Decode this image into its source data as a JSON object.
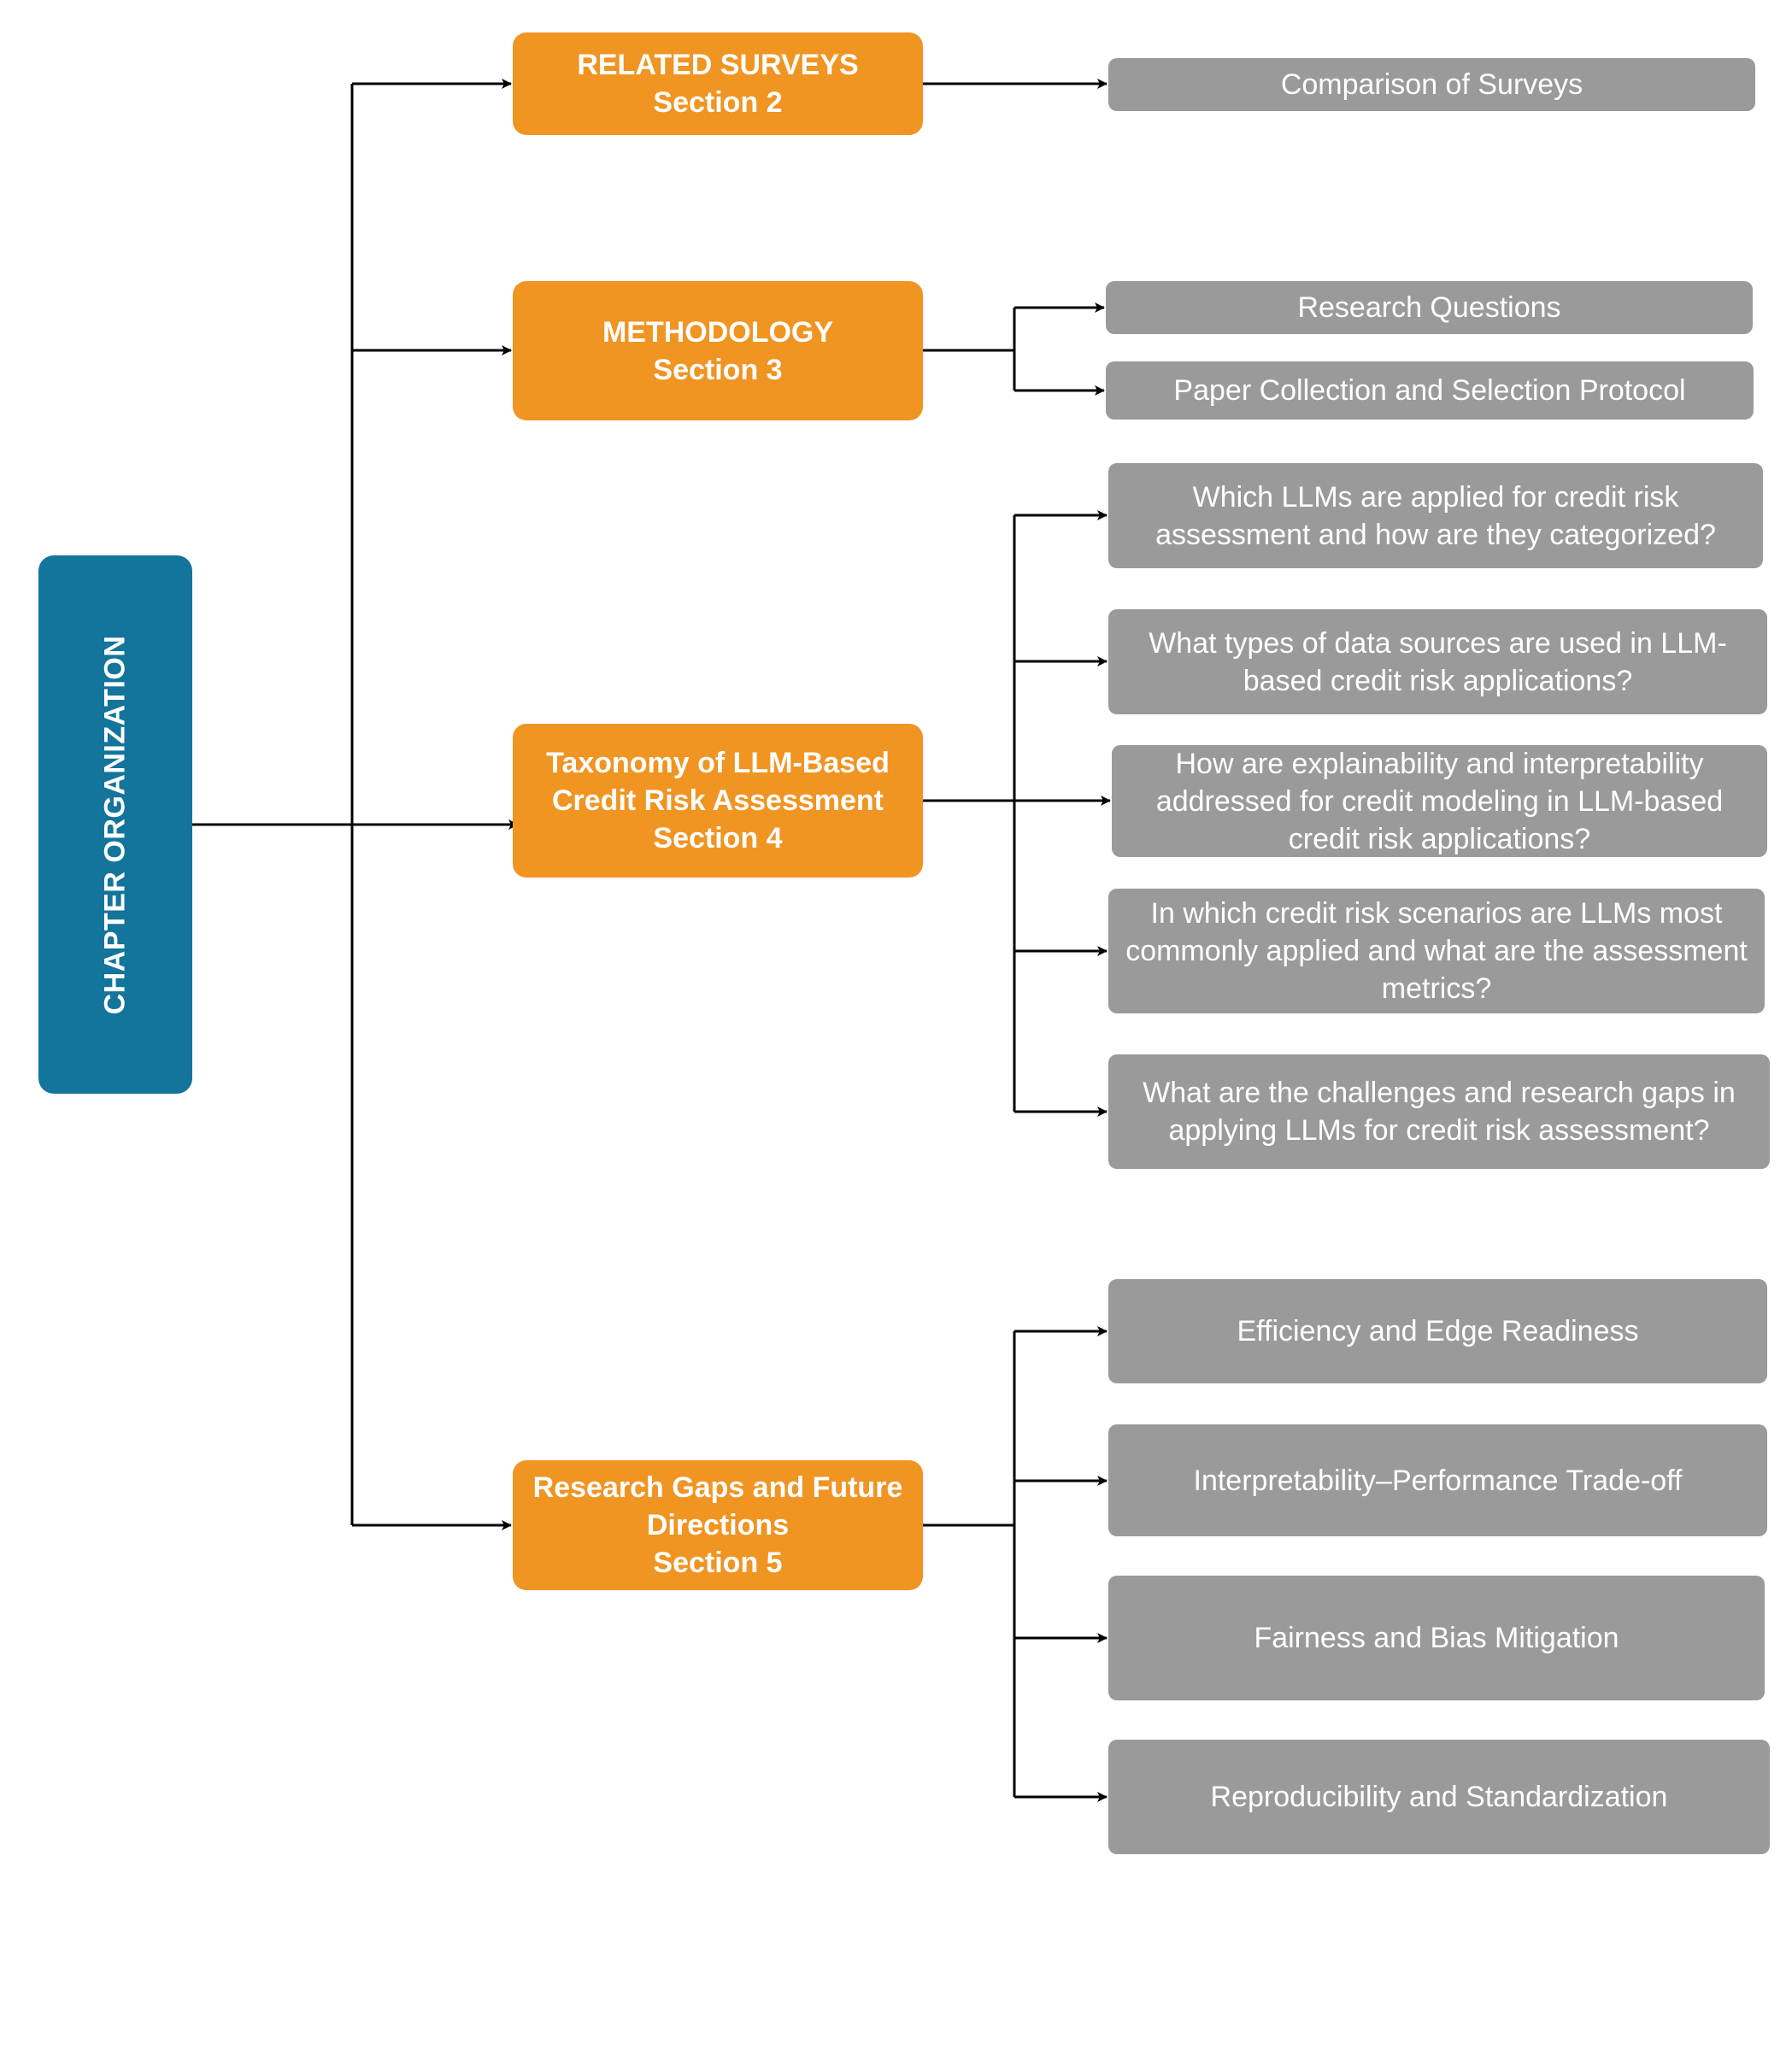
{
  "root": {
    "label": "CHAPTER ORGANIZATION"
  },
  "sections": [
    {
      "title": "RELATED SURVEYS",
      "title_line2": "",
      "section": "Section 2",
      "children": [
        "Comparison of Surveys"
      ]
    },
    {
      "title": "METHODOLOGY",
      "title_line2": "",
      "section": "Section 3",
      "children": [
        "Research Questions",
        "Paper Collection and Selection Protocol"
      ]
    },
    {
      "title": "Taxonomy of LLM-Based",
      "title_line2": "Credit Risk Assessment",
      "section": "Section 4",
      "children": [
        "Which LLMs are applied for credit risk assessment and how are they categorized?",
        "What types of data sources are used in LLM-based credit risk applications?",
        "How are explainability and interpretability addressed for credit modeling in LLM-based credit risk applications?",
        "In which credit risk scenarios are LLMs most commonly applied and what are the assessment metrics?",
        "What are the challenges and research gaps in applying LLMs for credit risk assessment?"
      ]
    },
    {
      "title": "Research Gaps and Future",
      "title_line2": "Directions",
      "section": "Section 5",
      "children": [
        "Efficiency and Edge Readiness",
        "Interpretability–Performance Trade-off",
        "Fairness and Bias Mitigation",
        "Reproducibility and Standardization"
      ]
    }
  ],
  "colors": {
    "root": "#13749c",
    "section": "#f09422",
    "leaf": "#9a9a9a",
    "connector": "#000000",
    "text": "#ffffff"
  }
}
